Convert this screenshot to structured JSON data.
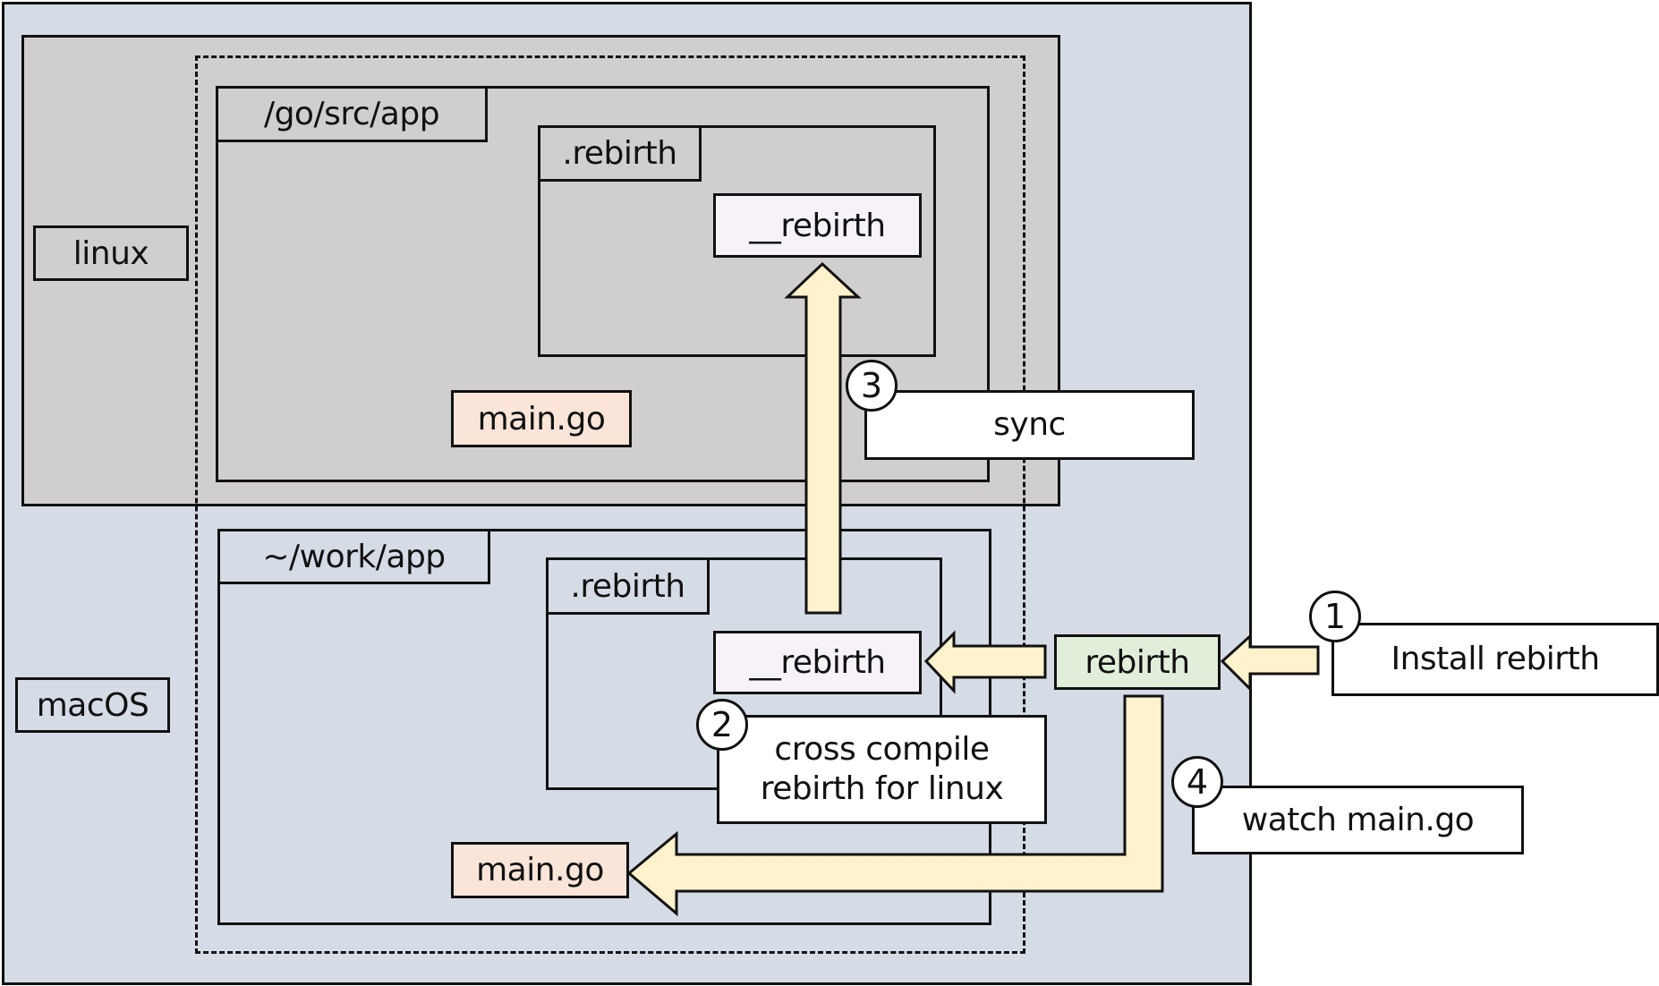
{
  "colors": {
    "macos_bg": "#d5dce6",
    "linux_bg": "#d0cece",
    "file_bg": "#fbe5d9",
    "binary_bg": "#f7f2fa",
    "rebirth_bg": "#e1eed9",
    "arrow_fill": "#fff2cc",
    "callout_bg": "#ffffff",
    "stroke": "#111111"
  },
  "environments": {
    "macos": {
      "label": "macOS"
    },
    "linux": {
      "label": "linux"
    }
  },
  "linux_app": {
    "dir_label": "/go/src/app",
    "rebirth_dir_label": ".rebirth",
    "binary_label": "__rebirth",
    "main_file_label": "main.go"
  },
  "macos_app": {
    "dir_label": "~/work/app",
    "rebirth_dir_label": ".rebirth",
    "binary_label": "__rebirth",
    "main_file_label": "main.go"
  },
  "rebirth_tool": {
    "label": "rebirth"
  },
  "steps": [
    {
      "number": "1",
      "text": "Install rebirth"
    },
    {
      "number": "2",
      "text_line1": "cross compile",
      "text_line2": "rebirth for linux"
    },
    {
      "number": "3",
      "text": "sync"
    },
    {
      "number": "4",
      "text": "watch main.go"
    }
  ]
}
